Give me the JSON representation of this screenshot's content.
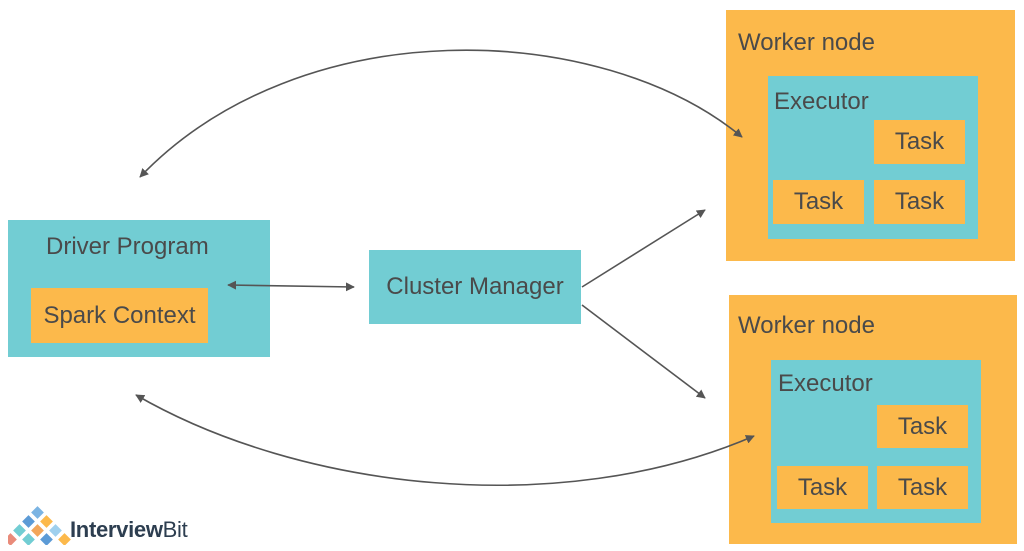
{
  "driver": {
    "title": "Driver Program",
    "context": "Spark Context"
  },
  "cluster_manager": {
    "title": "Cluster Manager"
  },
  "workers": [
    {
      "title": "Worker node",
      "executor": "Executor",
      "tasks": [
        "Task",
        "Task",
        "Task"
      ]
    },
    {
      "title": "Worker node",
      "executor": "Executor",
      "tasks": [
        "Task",
        "Task",
        "Task"
      ]
    }
  ],
  "logo": {
    "part1": "Interview",
    "part2": "Bit"
  },
  "colors": {
    "teal": "#72cdd3",
    "orange": "#fcb94b",
    "arrow": "#555555",
    "text": "#4a4a4a"
  }
}
